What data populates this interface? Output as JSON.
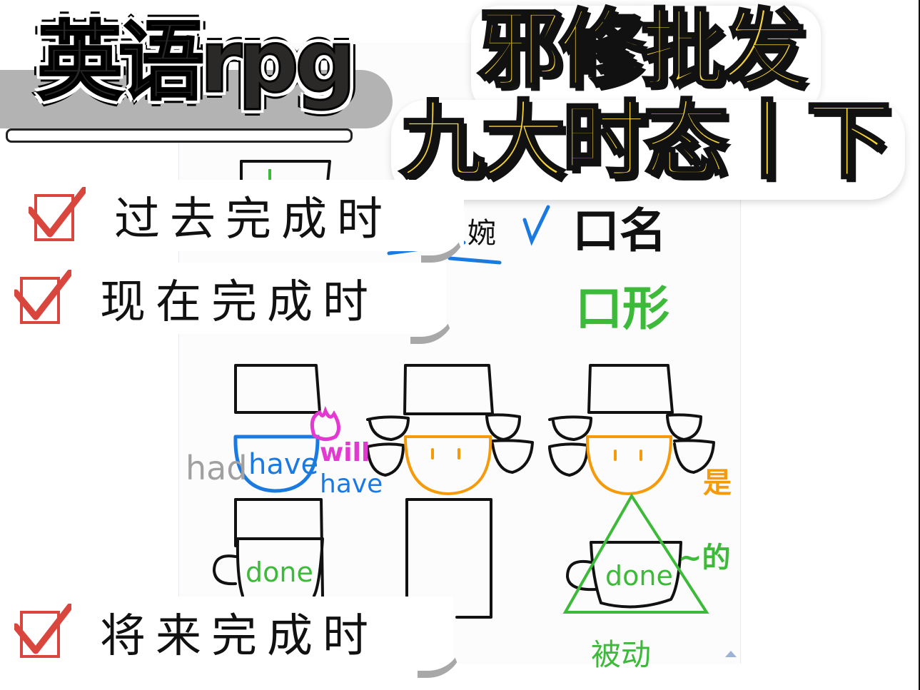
{
  "brand": {
    "title": "英语rpg"
  },
  "headline": {
    "line1": "邪修批发",
    "line2": "九大时态丨下"
  },
  "tenses": [
    {
      "label": "过去完成时",
      "checked": true
    },
    {
      "label": "现在完成时",
      "checked": true
    },
    {
      "label": "将来完成时",
      "checked": true
    }
  ],
  "drawing": {
    "annotations": {
      "noun_label": "口名",
      "adj_label": "口形",
      "partial_label": "婉",
      "had": "had",
      "have": "have",
      "will": "will",
      "will_have": "have",
      "done_1": "done",
      "done_2": "done",
      "be_label": "是",
      "de_label": "~的",
      "passive_label": "被动"
    }
  },
  "colors": {
    "title_yellow": "#f9d632",
    "check_red": "#d9463e",
    "blue": "#1a7ae0",
    "green": "#3dba3a",
    "orange": "#f59b0b",
    "magenta": "#e23ad0",
    "gray": "#a0a0a0"
  }
}
